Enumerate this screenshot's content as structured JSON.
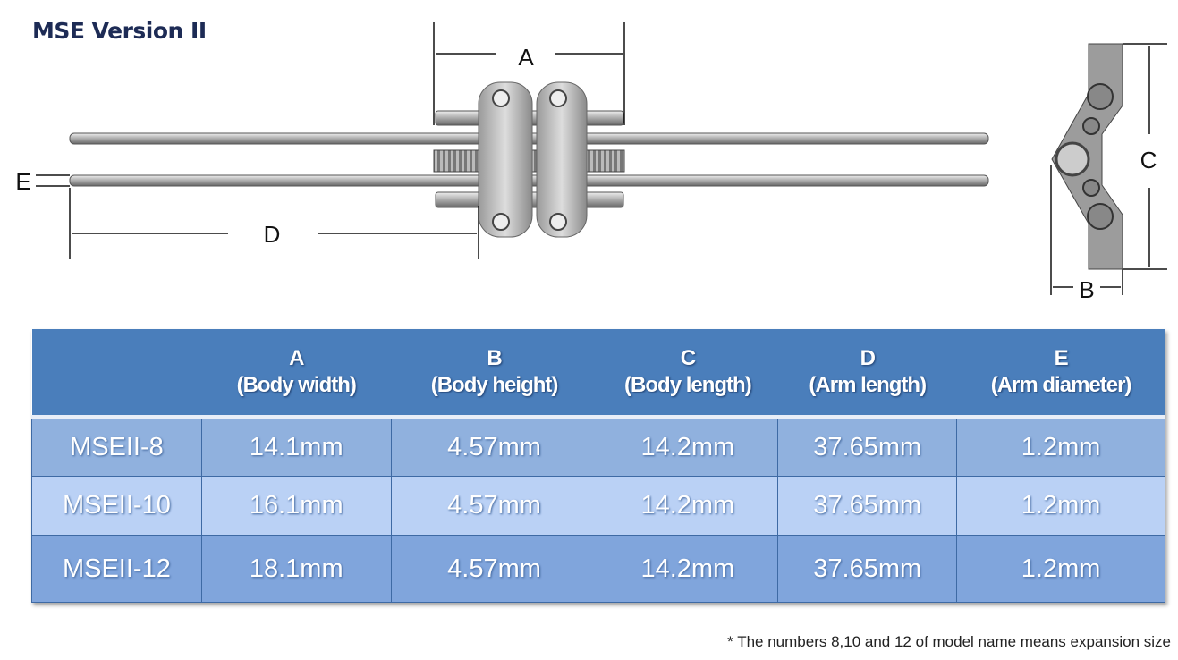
{
  "title": "MSE Version II",
  "dimension_labels": {
    "a": "A",
    "b": "B",
    "c": "C",
    "d": "D",
    "e": "E"
  },
  "table": {
    "headers": [
      {
        "letter": "",
        "desc": ""
      },
      {
        "letter": "A",
        "desc": "(Body width)"
      },
      {
        "letter": "B",
        "desc": "(Body height)"
      },
      {
        "letter": "C",
        "desc": "(Body length)"
      },
      {
        "letter": "D",
        "desc": "(Arm length)"
      },
      {
        "letter": "E",
        "desc": "(Arm diameter)"
      }
    ],
    "rows": [
      [
        "MSEII-8",
        "14.1mm",
        "4.57mm",
        "14.2mm",
        "37.65mm",
        "1.2mm"
      ],
      [
        "MSEII-10",
        "16.1mm",
        "4.57mm",
        "14.2mm",
        "37.65mm",
        "1.2mm"
      ],
      [
        "MSEII-12",
        "18.1mm",
        "4.57mm",
        "14.2mm",
        "37.65mm",
        "1.2mm"
      ]
    ]
  },
  "note": "* The numbers 8,10 and 12 of model name means expansion size"
}
